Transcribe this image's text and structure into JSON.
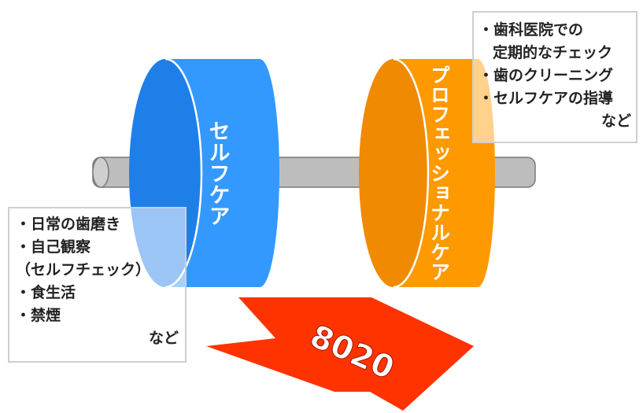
{
  "colors": {
    "self_care": "#3399ff",
    "self_care_dark": "#1f7fe8",
    "professional_care": "#ff9900",
    "professional_care_dark": "#f08a00",
    "axle": "#bdbdbd",
    "arrow": "#ff3300"
  },
  "self_care": {
    "label": "セルフケア",
    "items": [
      "・日常の歯磨き",
      "・自己観察",
      "（セルフチェック）",
      "・食生活",
      "・禁煙"
    ],
    "suffix": "など"
  },
  "professional_care": {
    "label": "プロフェッショナルケア",
    "items": [
      "・歯科医院での",
      "定期的なチェック",
      "・歯のクリーニング",
      "・セルフケアの指導"
    ],
    "suffix": "など"
  },
  "badge": {
    "label": "8020"
  }
}
